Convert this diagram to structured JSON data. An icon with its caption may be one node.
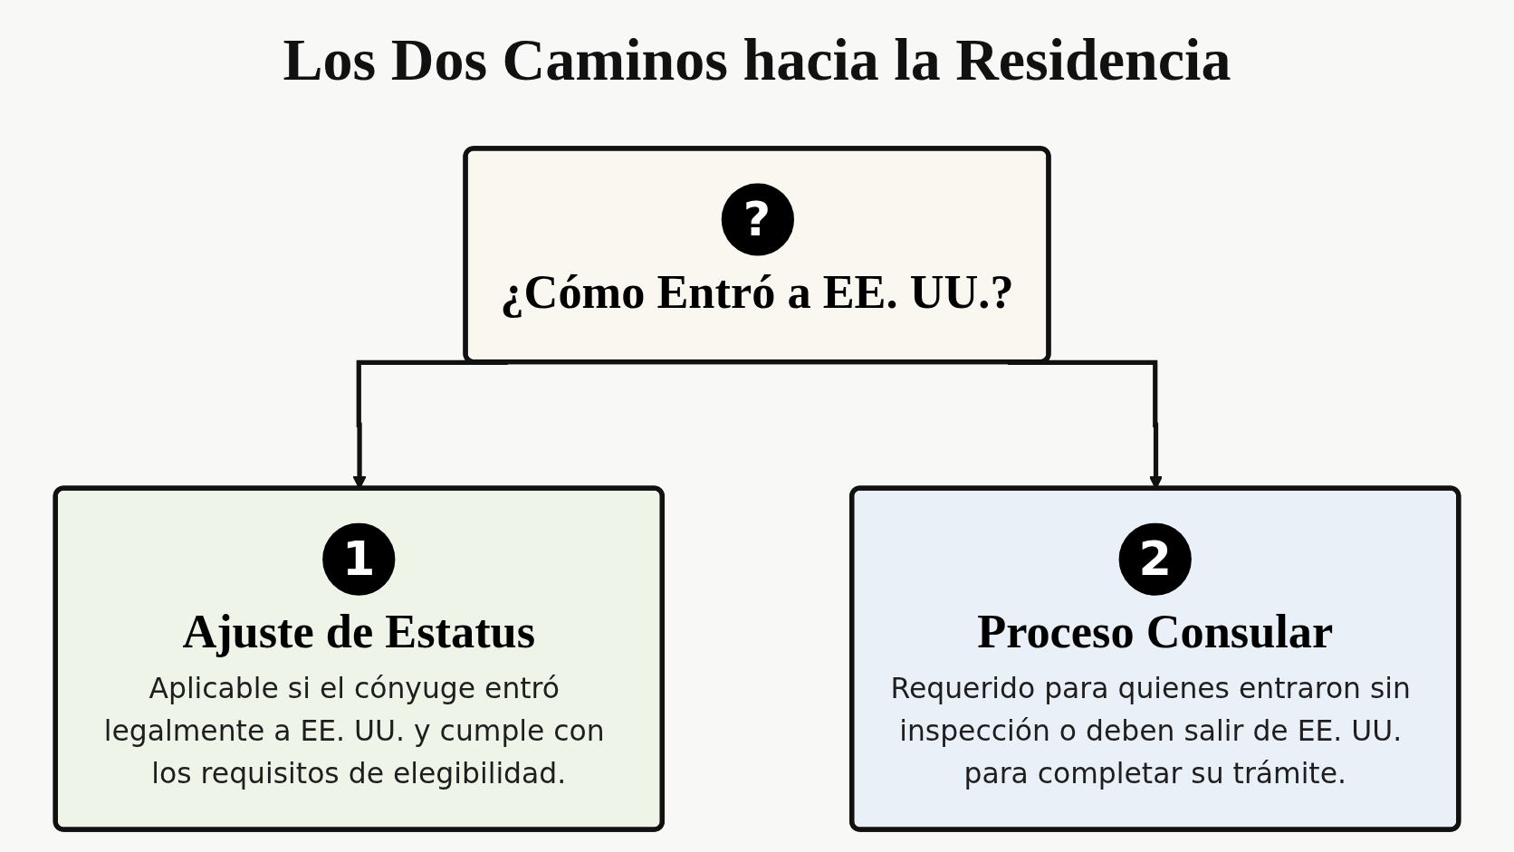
{
  "diagram": {
    "title": "Los Dos Caminos hacia la Residencia",
    "nodes": [
      {
        "text": [
          "?",
          "¿Cómo Entró a EE. UU.?"
        ]
      },
      {
        "text": [
          "1",
          "Ajuste de Estatus",
          "Aplicable si el cónyuge entró legalmente a EE. UU. y cumple con los requisitos de elegibilidad."
        ]
      },
      {
        "text": [
          "2",
          "Proceso Consular",
          "Requerido para quienes entraron sin inspección o deben salir de EE. UU. para completar su trámite."
        ]
      }
    ],
    "edges": [
      {
        "from": 0,
        "to": 1,
        "arrow": "to"
      },
      {
        "from": 0,
        "to": 2,
        "arrow": "to"
      }
    ]
  }
}
